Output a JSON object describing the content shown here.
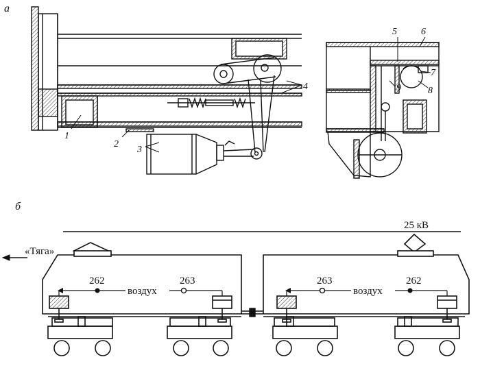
{
  "figure": {
    "panel_a_label": "а",
    "panel_b_label": "б",
    "callouts": [
      "1",
      "2",
      "3",
      "4",
      "5",
      "6",
      "7",
      "8",
      "9"
    ],
    "traction_label": "«Тяга»",
    "voltage_label": "25 кВ",
    "left_unit": {
      "valve_left": "262",
      "valve_right": "263",
      "air_label": "воздух"
    },
    "right_unit": {
      "valve_left": "263",
      "valve_right": "262",
      "air_label": "воздух"
    }
  },
  "colors": {
    "ink": "#111111",
    "paper": "#ffffff",
    "hatch": "#555555"
  }
}
